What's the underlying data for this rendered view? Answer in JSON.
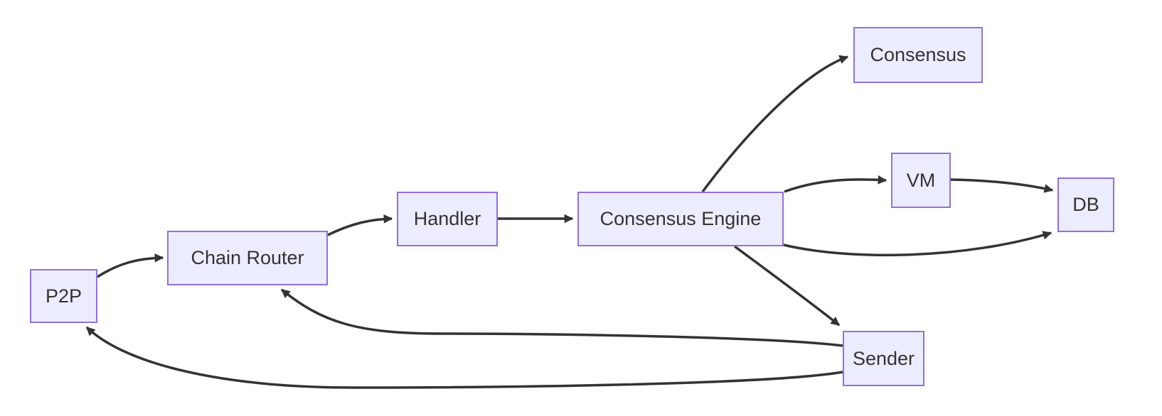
{
  "diagram": {
    "type": "flowchart",
    "direction": "left-to-right",
    "nodes": [
      {
        "id": "p2p",
        "label": "P2P"
      },
      {
        "id": "chain_router",
        "label": "Chain Router"
      },
      {
        "id": "handler",
        "label": "Handler"
      },
      {
        "id": "consensus_engine",
        "label": "Consensus Engine"
      },
      {
        "id": "consensus",
        "label": "Consensus"
      },
      {
        "id": "vm",
        "label": "VM"
      },
      {
        "id": "db",
        "label": "DB"
      },
      {
        "id": "sender",
        "label": "Sender"
      }
    ],
    "edges": [
      {
        "from": "P2P",
        "to": "Chain Router"
      },
      {
        "from": "Chain Router",
        "to": "Handler"
      },
      {
        "from": "Handler",
        "to": "Consensus Engine"
      },
      {
        "from": "Consensus Engine",
        "to": "Consensus"
      },
      {
        "from": "Consensus Engine",
        "to": "VM"
      },
      {
        "from": "VM",
        "to": "DB"
      },
      {
        "from": "Consensus Engine",
        "to": "DB"
      },
      {
        "from": "Consensus Engine",
        "to": "Sender"
      },
      {
        "from": "Sender",
        "to": "Chain Router"
      },
      {
        "from": "Sender",
        "to": "P2P"
      }
    ],
    "colors": {
      "node_fill": "#ECECFF",
      "node_border": "#9370DB",
      "edge_stroke": "#333333",
      "text": "#333333",
      "background": "#FFFFFF"
    }
  }
}
